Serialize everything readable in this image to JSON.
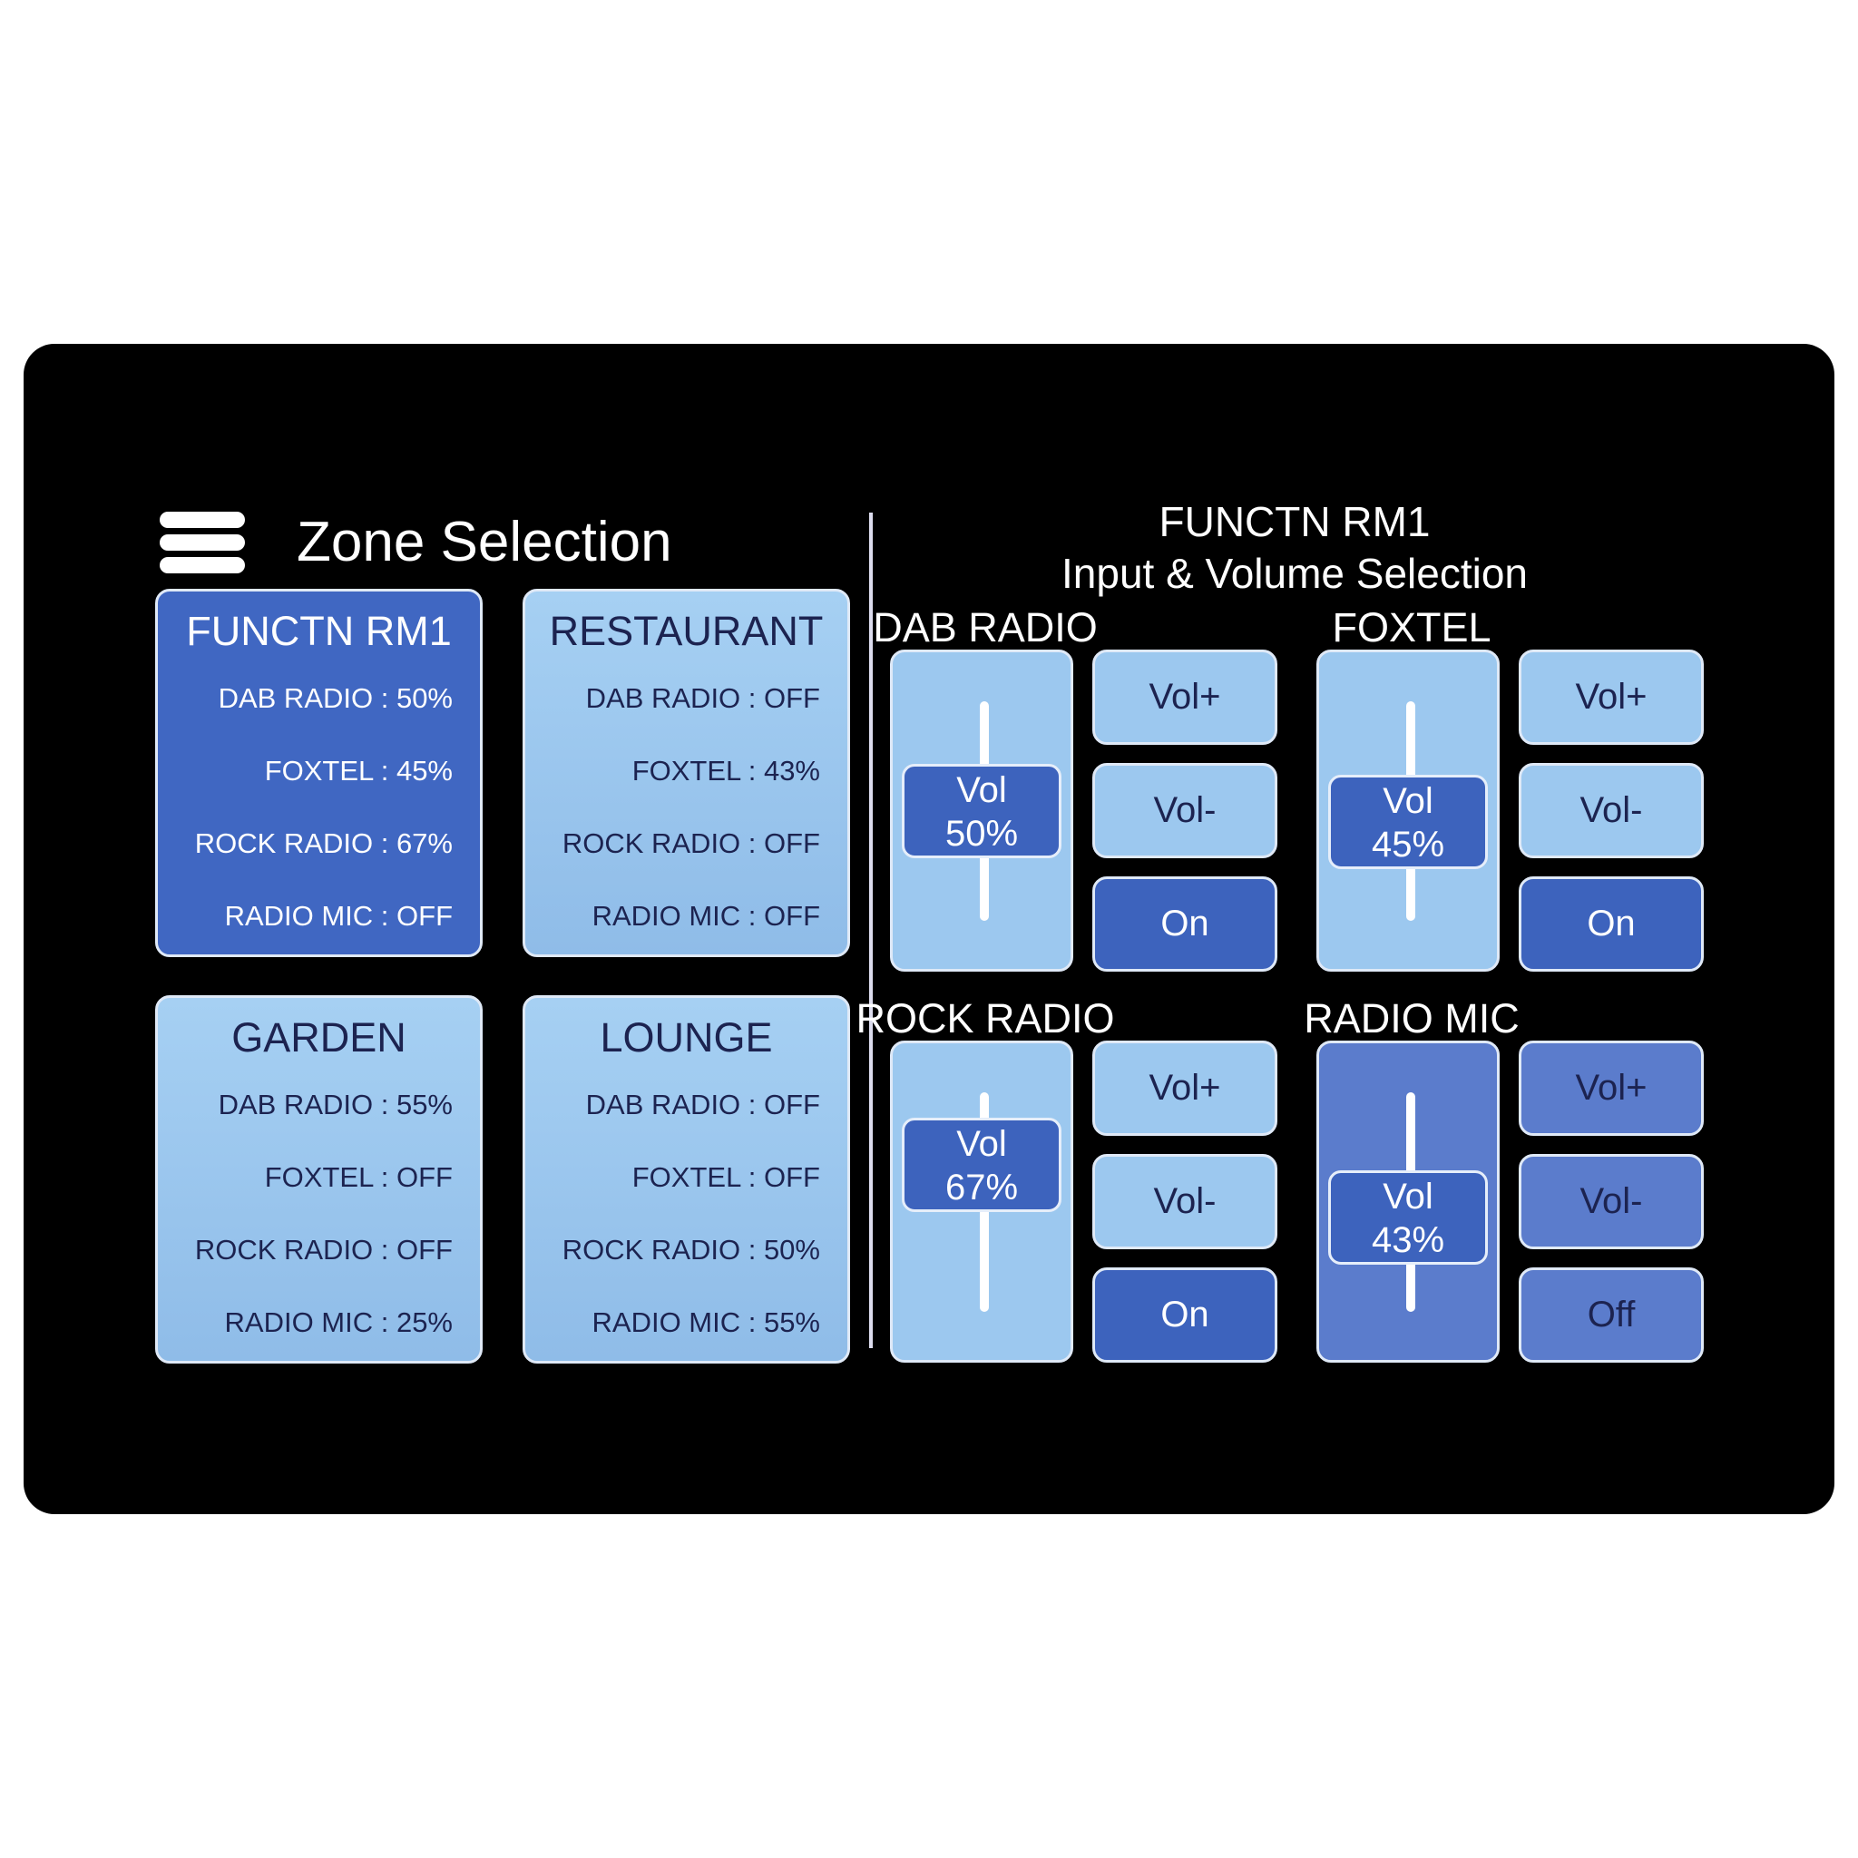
{
  "zone_selection": {
    "title": "Zone Selection",
    "menu_icon": "hamburger-icon",
    "zones": [
      {
        "name": "FUNCTN RM1",
        "selected": true,
        "lines": [
          "DAB RADIO : 50%",
          "FOXTEL : 45%",
          "ROCK RADIO : 67%",
          "RADIO MIC : OFF"
        ]
      },
      {
        "name": "RESTAURANT",
        "selected": false,
        "lines": [
          "DAB RADIO : OFF",
          "FOXTEL : 43%",
          "ROCK RADIO : OFF",
          "RADIO MIC : OFF"
        ]
      },
      {
        "name": "GARDEN",
        "selected": false,
        "lines": [
          "DAB RADIO : 55%",
          "FOXTEL : OFF",
          "ROCK RADIO : OFF",
          "RADIO MIC : 25%"
        ]
      },
      {
        "name": "LOUNGE",
        "selected": false,
        "lines": [
          "DAB RADIO : OFF",
          "FOXTEL : OFF",
          "ROCK RADIO : 50%",
          "RADIO MIC : 55%"
        ]
      }
    ]
  },
  "input_volume": {
    "zone": "FUNCTN RM1",
    "subtitle": "Input & Volume Selection",
    "inputs": [
      {
        "name": "DAB RADIO",
        "volume_label": "Vol",
        "volume_text": "50%",
        "volume": 50,
        "vol_up": "Vol+",
        "vol_down": "Vol-",
        "power": "On"
      },
      {
        "name": "FOXTEL",
        "volume_label": "Vol",
        "volume_text": "45%",
        "volume": 45,
        "vol_up": "Vol+",
        "vol_down": "Vol-",
        "power": "On"
      },
      {
        "name": "ROCK RADIO",
        "volume_label": "Vol",
        "volume_text": "67%",
        "volume": 67,
        "vol_up": "Vol+",
        "vol_down": "Vol-",
        "power": "On"
      },
      {
        "name": "RADIO MIC",
        "volume_label": "Vol",
        "volume_text": "43%",
        "volume": 43,
        "vol_up": "Vol+",
        "vol_down": "Vol-",
        "power": "Off"
      }
    ]
  },
  "colors": {
    "active": "#3d63bd",
    "inactive": "#9cc8ef",
    "off_panel": "#5b7ccc",
    "background": "#000000"
  }
}
